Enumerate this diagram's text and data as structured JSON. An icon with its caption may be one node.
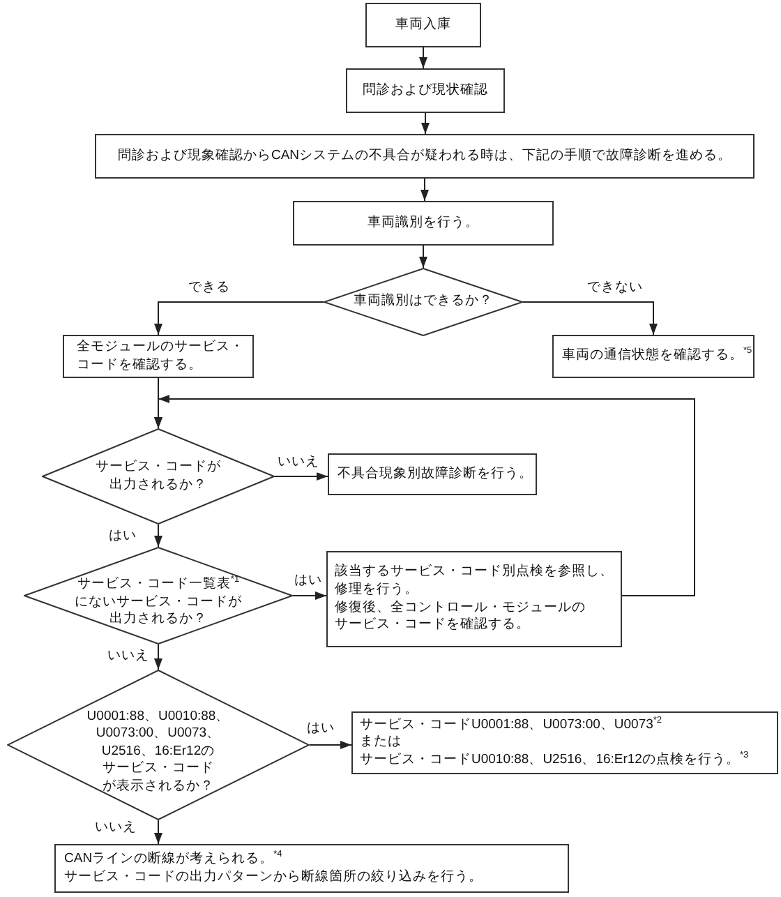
{
  "diagram": {
    "nodes": [
      {
        "text": [
          "車両入庫"
        ]
      },
      {
        "text": [
          "問診および現状確認"
        ]
      },
      {
        "text": [
          "問診および現象確認からCANシステムの不具合が疑われる時は、下記の手順で故障診断を進める。"
        ]
      },
      {
        "text": [
          "車両識別を行う。"
        ]
      },
      {
        "text": [
          "車両識別はできるか？"
        ]
      },
      {
        "text": [
          "全モジュールのサービス・コードを確認する。"
        ]
      },
      {
        "text": [
          "車両の通信状態を確認する。$^{*5}$"
        ]
      },
      {
        "text": [
          "サービス・コードが出力されるか？"
        ]
      },
      {
        "text": [
          "不具合現象別故障診断を行う。"
        ]
      },
      {
        "text": [
          "サービス・コード一覧表$^{*1}$にないサービス・コードが出力されるか？"
        ]
      },
      {
        "text": [
          "該当するサービス・コード別点検を参照し、修理を行う。",
          "修復後、全コントロール・モジュールのサービス・コードを確認する。"
        ]
      },
      {
        "text": [
          "U0001:88、U0010:88、U0073:00、U0073、U2516、16:Er12のサービス・コードが表示されるか？"
        ]
      },
      {
        "text": [
          "サービス・コードU0001:88、U0073:00、U0073$^{*2}$",
          "または",
          "サービス・コードU0010:88、U2516、16:Er12の点検を行う。$^{*3}$"
        ]
      },
      {
        "text": [
          "CANラインの断線が考えられる。$^{*4}$",
          "サービス・コードの出力パターンから断線箇所の絞り込みを行う。"
        ]
      }
    ],
    "edges": [
      {
        "from": 0,
        "to": 1,
        "arrow": "to"
      },
      {
        "from": 1,
        "to": 2,
        "arrow": "to"
      },
      {
        "from": 2,
        "to": 3,
        "arrow": "to"
      },
      {
        "from": 3,
        "to": 4,
        "arrow": "to"
      },
      {
        "from": 4,
        "to": 5,
        "arrow": "to",
        "label": "できる"
      },
      {
        "from": 4,
        "to": 6,
        "arrow": "to",
        "label": "できない"
      },
      {
        "from": 5,
        "to": 7,
        "arrow": "to"
      },
      {
        "from": 7,
        "to": 8,
        "arrow": "to",
        "label": "いいえ"
      },
      {
        "from": 7,
        "to": 9,
        "arrow": "to",
        "label": "はい"
      },
      {
        "from": 9,
        "to": 10,
        "arrow": "to",
        "label": "はい"
      },
      {
        "from": 10,
        "to": 7,
        "arrow": "to"
      },
      {
        "from": 9,
        "to": 11,
        "arrow": "to",
        "label": "いいえ"
      },
      {
        "from": 11,
        "to": 12,
        "arrow": "to",
        "label": "はい"
      },
      {
        "from": 11,
        "to": 13,
        "arrow": "to",
        "label": "いいえ"
      }
    ]
  }
}
